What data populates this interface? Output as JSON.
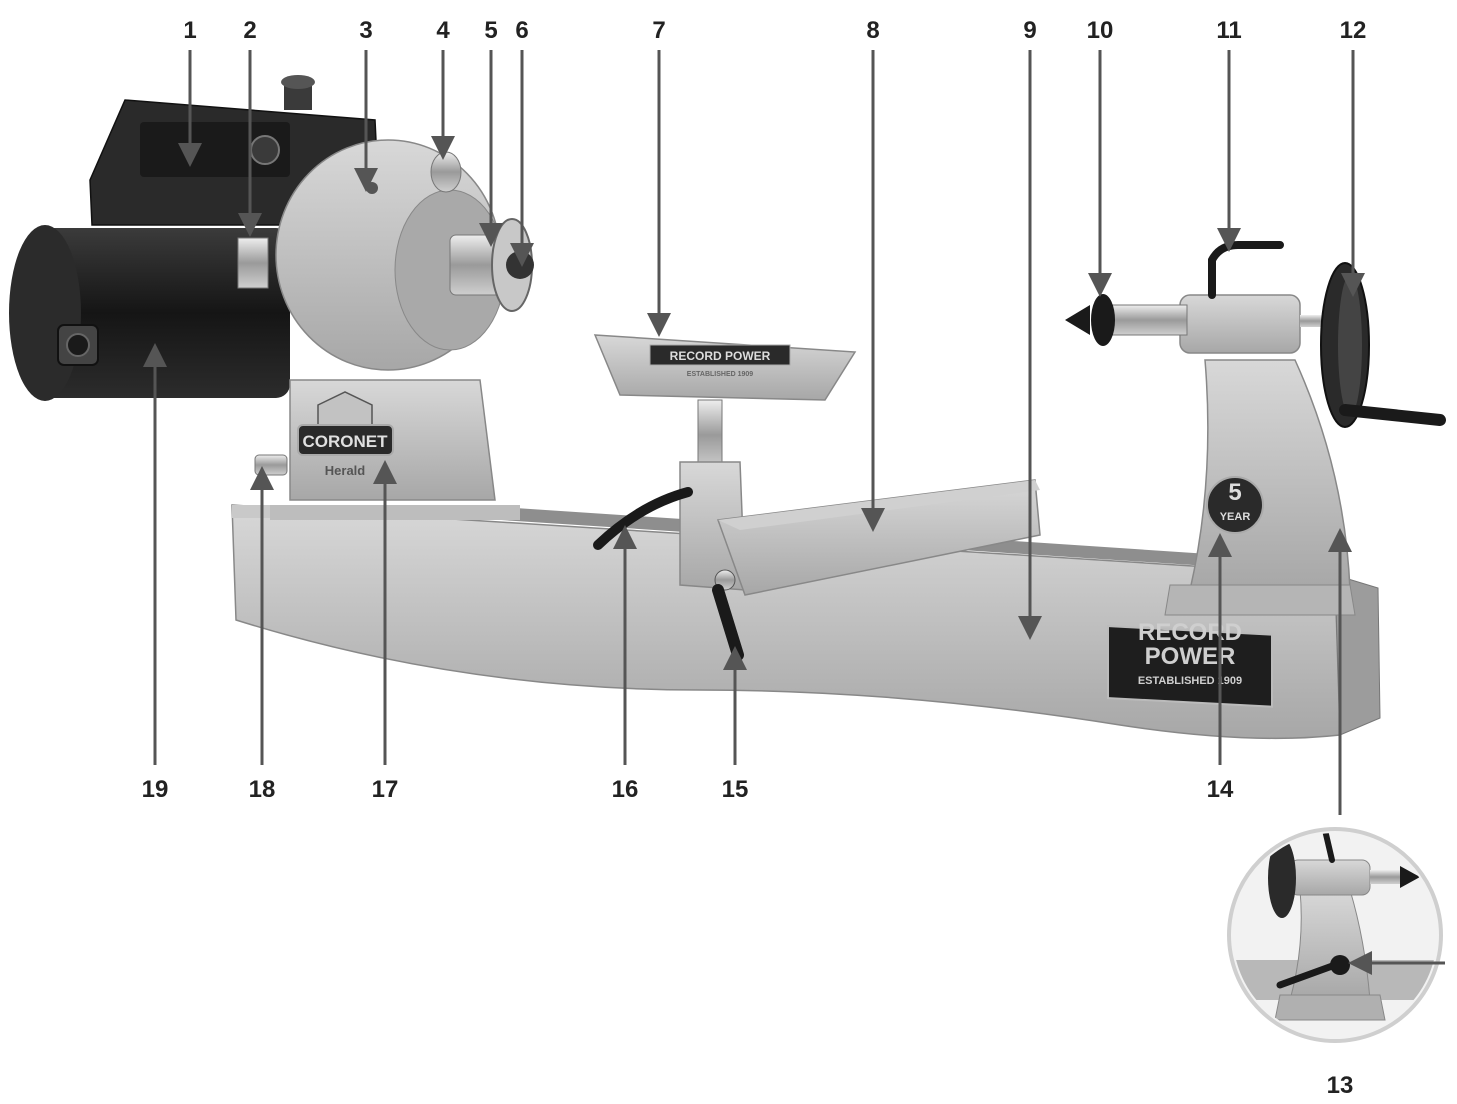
{
  "callouts": {
    "top": [
      "1",
      "2",
      "3",
      "4",
      "5",
      "6",
      "7",
      "8",
      "9",
      "10",
      "11",
      "12"
    ],
    "bottom": [
      "19",
      "18",
      "17",
      "16",
      "15",
      "14"
    ],
    "inset": "13"
  },
  "branding": {
    "toolrest": "RECORD POWER",
    "toolrest_sub": "ESTABLISHED 1909",
    "badge_top": "CORONET",
    "badge_bottom": "Herald",
    "plate_line1": "RECORD",
    "plate_line2": "POWER",
    "plate_line3": "ESTABLISHED 1909",
    "warranty_number": "5",
    "warranty_word": "YEAR"
  },
  "colors": {
    "casting": "#b9b9b9",
    "casting_dark": "#8c8c8c",
    "casting_light": "#d6d6d6",
    "motor": "#1b1b1b",
    "control_box": "#2a2a2a",
    "label_text": "#222222",
    "arrow": "#555555"
  }
}
